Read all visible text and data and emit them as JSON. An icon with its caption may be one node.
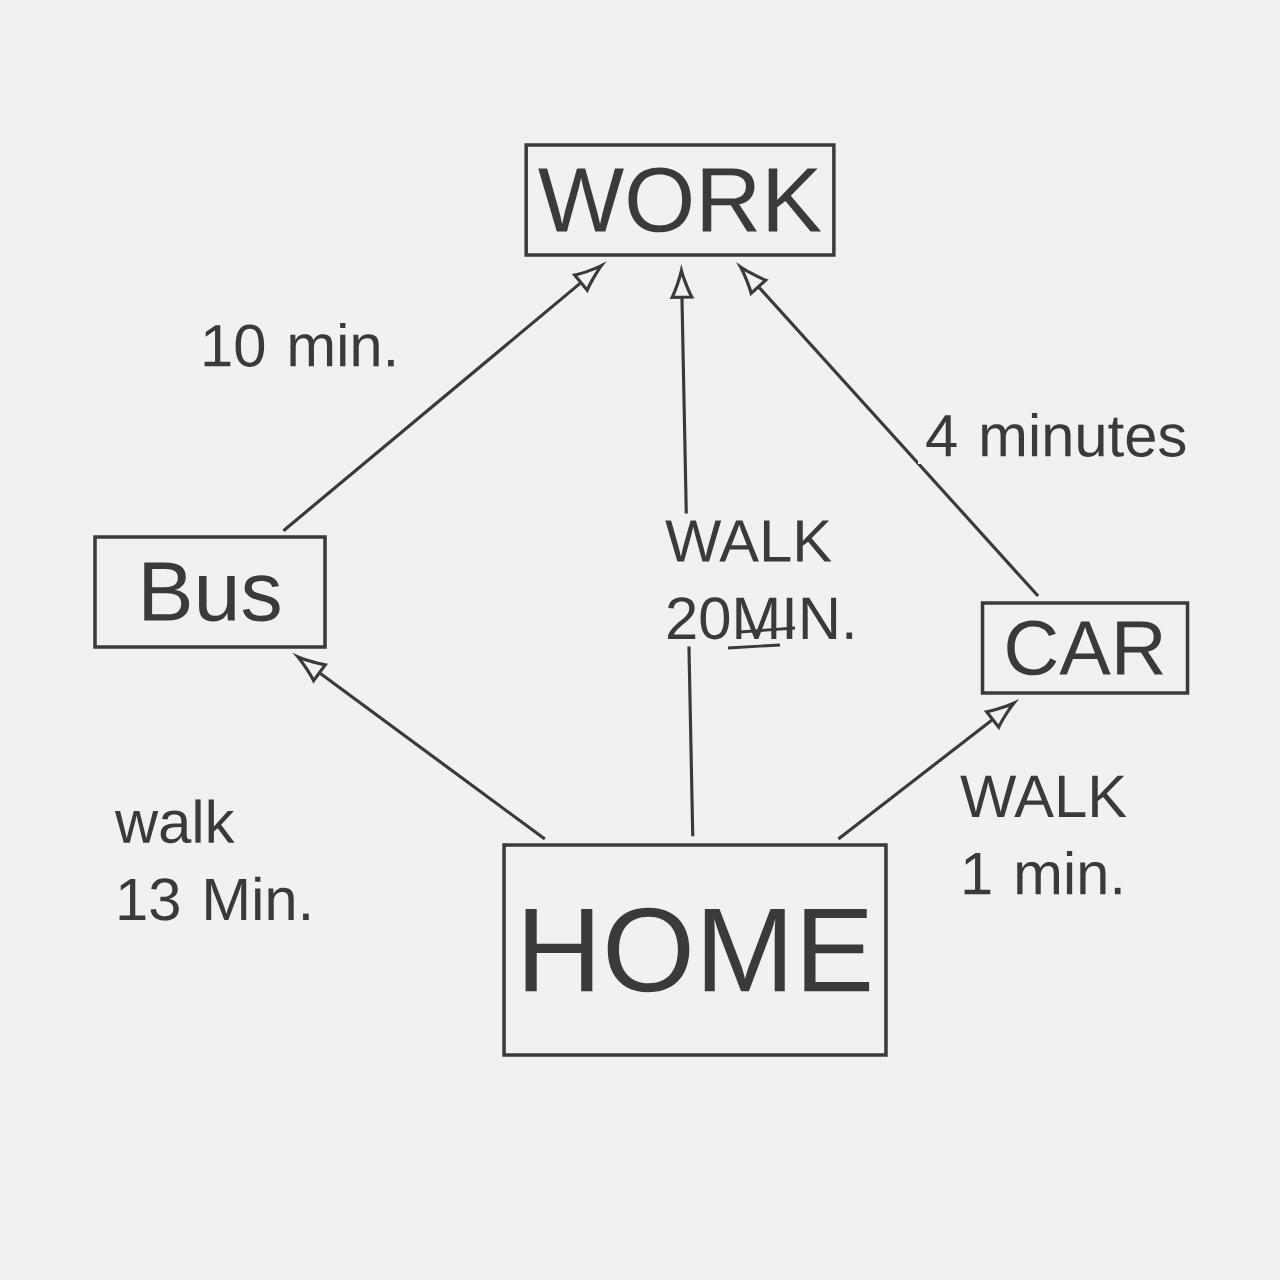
{
  "diagram": {
    "nodes": [
      {
        "text": [
          "WORK"
        ]
      },
      {
        "text": [
          "Bus"
        ]
      },
      {
        "text": [
          "CAR"
        ]
      },
      {
        "text": [
          "HOME"
        ]
      }
    ],
    "edges": [
      {
        "from": 1,
        "to": 0,
        "arrow": "to",
        "label": "10 min."
      },
      {
        "from": 3,
        "to": 0,
        "arrow": "to",
        "label": "WALK 20MIN."
      },
      {
        "from": 2,
        "to": 0,
        "arrow": "to",
        "label": "4 minutes"
      },
      {
        "from": 3,
        "to": 1,
        "arrow": "to",
        "label": "walk 13 Min."
      },
      {
        "from": 3,
        "to": 2,
        "arrow": "to",
        "label": "WALK 1 min."
      }
    ]
  }
}
